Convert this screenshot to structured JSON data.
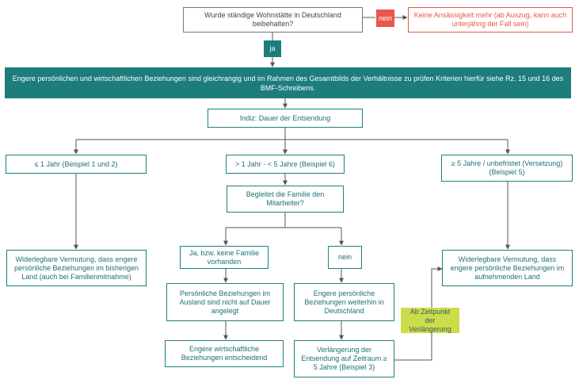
{
  "q1": "Wurde ständige Wohnstätte in Deutschland beibehalten?",
  "no_label": "nein",
  "no_result": "Keine Ansässigkeit mehr (ab Auszug, kann auch unterjährig der Fall sein)",
  "yes_label": "ja",
  "banner": "Engere persönlichen und wirtschaftlichen Beziehungen sind gleichrangig und im Rahmen des Gesamtbilds der Verhältnisse zu prüfen Kriterien hierfür siehe Rz. 15 und 16 des BMF-Schreibens.",
  "indicator": "Indiz: Dauer der Entsendung",
  "branch_left": "≤ 1 Jahr (Beispiel 1 und 2)",
  "branch_mid": "> 1 Jahr - < 5 Jahre (Beispiel 6)",
  "branch_right": "≥ 5 Jahre / unbefristet (Versetzung) (Beispiel 5)",
  "family_q": "Begleitet die Familie den Mitarbeiter?",
  "family_yes": "Ja, bzw. keine Familie vorhanden",
  "family_no": "nein",
  "result_left": "Widerlegbare Vermutung, dass engere persönliche Beziehungen im bisherigen Land (auch bei Familienmitnahme)",
  "result_right": "Widerlegbare Vermutung, dass engere persönliche Beziehungen im aufnehmenden Land",
  "yes_personal": "Persönliche Beziehungen im Ausland sind nicht auf Dauer angelegt",
  "yes_economic": "Engere wirtschaftliche Beziehungen entscheidend",
  "no_personal": "Engere persönliche Beziehungen weiterhin in Deutschland",
  "extension": "Verlängerung der Entsendung auf Zeitraum ≥ 5 Jahre (Beispiel 3)",
  "extension_note": "Ab Zeitpunkt der Verlängerung",
  "colors": {
    "teal": "#1d7c7c",
    "red": "#e8574a",
    "lime": "#ccdc4a",
    "gray": "#777777"
  }
}
